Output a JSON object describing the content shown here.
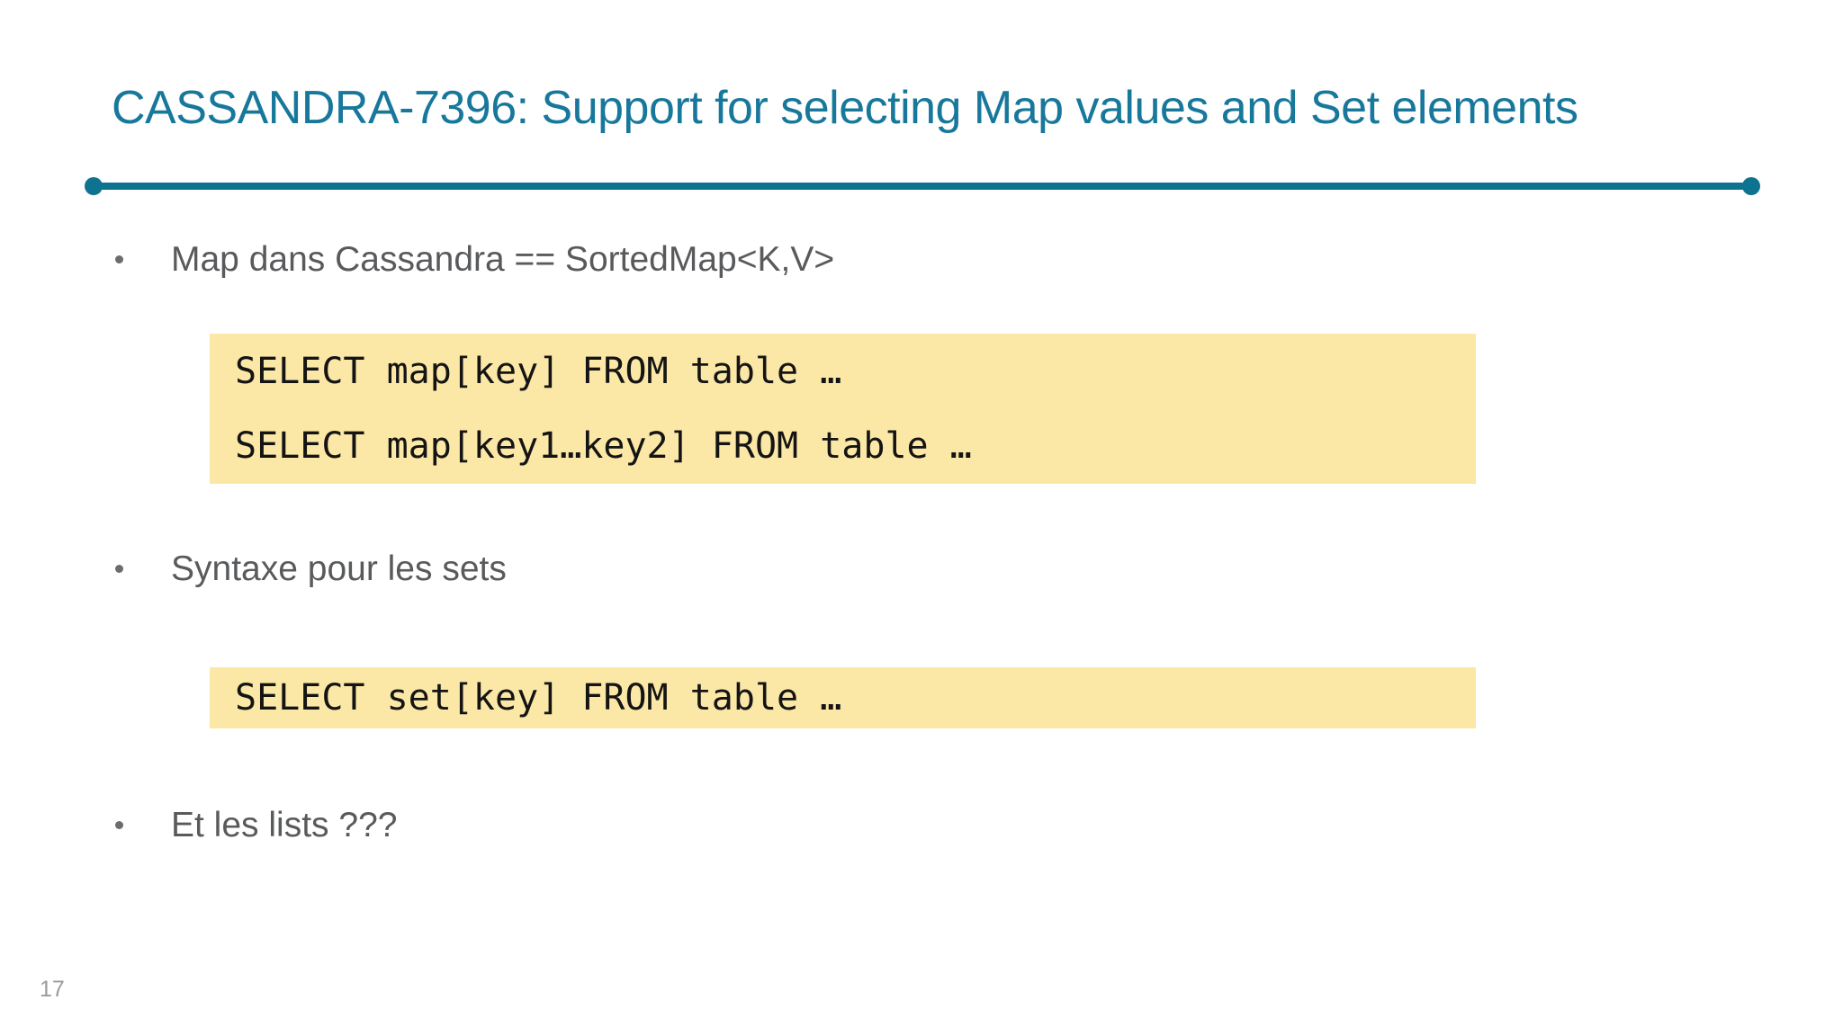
{
  "slide": {
    "title": "CASSANDRA-7396: Support for selecting Map values and Set elements",
    "page_number": "17",
    "bullets": [
      {
        "label": "Map dans Cassandra == SortedMap<K,V>"
      },
      {
        "label": "Syntaxe pour les sets"
      },
      {
        "label": "Et les lists ???"
      }
    ],
    "code_blocks": [
      {
        "lines": [
          "SELECT map[key] FROM table …",
          "SELECT map[key1…key2] FROM table …"
        ]
      },
      {
        "lines": [
          "SELECT set[key] FROM table …"
        ]
      }
    ],
    "colors": {
      "title_text": "#17789b",
      "divider": "#0e7390",
      "body_text": "#595a5c",
      "code_highlight": "#fce8a6",
      "code_text": "#141414",
      "page_number_text": "#9b9b9b",
      "background": "#ffffff"
    }
  }
}
